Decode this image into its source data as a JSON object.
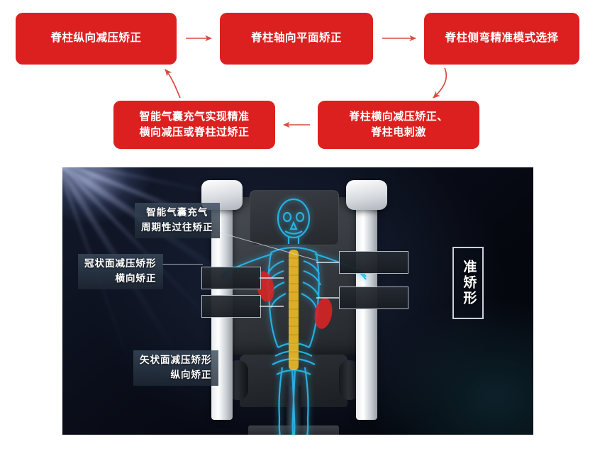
{
  "flowchart": {
    "boxes": [
      {
        "id": "longitudinal",
        "label": "脊柱纵向减压矫正"
      },
      {
        "id": "axial",
        "label": "脊柱轴向平面矫正"
      },
      {
        "id": "scoliosis",
        "label": "脊柱侧弯精准模式选择"
      },
      {
        "id": "airbag",
        "label": "智能气囊充气实现精准\n横向减压或脊柱过矫正"
      },
      {
        "id": "transverse",
        "label": "脊柱横向减压矫正、\n脊柱电刺激"
      }
    ],
    "arrows": [
      {
        "id": "arrow-1-to-2",
        "direction": "right"
      },
      {
        "id": "arrow-2-to-3",
        "direction": "right"
      },
      {
        "id": "arrow-3-to-5",
        "direction": "curve-down-left"
      },
      {
        "id": "arrow-5-to-4",
        "direction": "left"
      },
      {
        "id": "arrow-4-to-1",
        "direction": "curve-up-left"
      }
    ],
    "box_color": "#dc2020",
    "arrow_color": "#d94a40",
    "text_color": "#ffffff"
  },
  "photo": {
    "labels": [
      {
        "id": "airbag",
        "text": "智能气囊充气\n周期性过往矫正"
      },
      {
        "id": "coronal",
        "text": "冠状面减压矫形\n横向矫正"
      },
      {
        "id": "sagittal",
        "text": "矢状面减压矫形\n纵向矫正"
      }
    ],
    "vertical_label": {
      "id": "precision",
      "text": "准矫形"
    },
    "colors": {
      "body_blue": "#29b6e8",
      "spine_yellow": "#f2c021",
      "pad_red": "#d42424",
      "label_bg": "#3a4a5c"
    }
  }
}
